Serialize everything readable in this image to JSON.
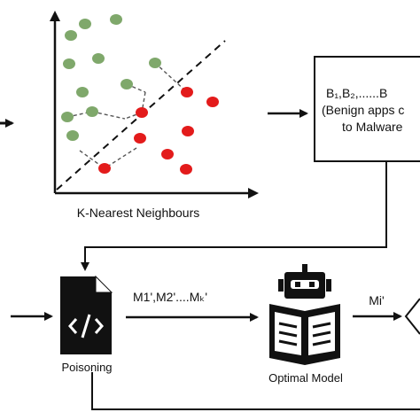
{
  "knn_panel": {
    "caption": "K-Nearest Neighbours",
    "colors": {
      "class_a": "#7fa86b",
      "class_b": "#e31b1b"
    }
  },
  "benign_box": {
    "line1": "B₁,B₂,......B",
    "line2": "(Benign apps c",
    "line3": "to Malware"
  },
  "poisoning": {
    "label": "Poisoning",
    "icon": "code-file-icon"
  },
  "edge_labels": {
    "m_prime": "M1',M2'....Mₖ'",
    "mi": "Mi'"
  },
  "model": {
    "label": "Optimal Model",
    "icon": "robot-reading-icon"
  }
}
